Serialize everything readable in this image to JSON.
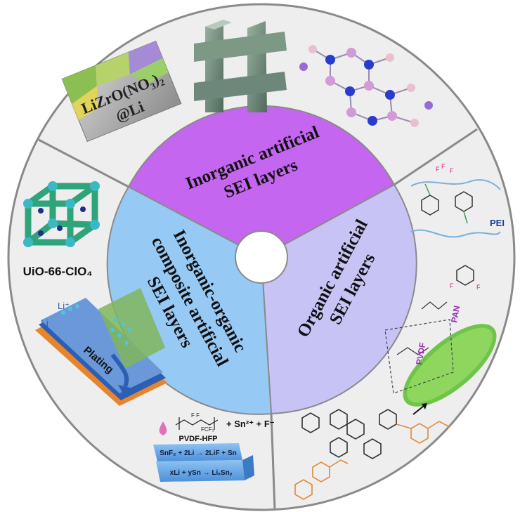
{
  "sectors": {
    "inorganic": {
      "line1": "Inorganic artificial",
      "line2": "SEI layers",
      "color": "#c466ef"
    },
    "organic": {
      "line1": "Organic artificial",
      "line2": "SEI layers",
      "color": "#c7c3f5"
    },
    "composite": {
      "line1": "Inorganic-organic",
      "line2": "composite artificial",
      "line3": "SEI layers",
      "color": "#97c9f5"
    }
  },
  "outer_ring_color": "#eeeeee",
  "divider_color": "#8a8a8a",
  "labels": {
    "lizro_line1": "LiZrO(NO₃)₂",
    "lizro_line2": "@Li",
    "uio": "UiO-66-ClO₄",
    "pei": "PEI",
    "pvdf": "PVDF",
    "pan": "PAN",
    "plating": "Plating",
    "li": "Li",
    "li_plus": "Li⁺",
    "pvdf_hfp": "PVDF-HFP",
    "sn_reaction": "+ Sn²⁺ + F⁻",
    "eq1": "SnF₂ + 2Li → 2LiF + Sn",
    "eq2": "xLi + ySn → LiₓSnᵧ"
  }
}
